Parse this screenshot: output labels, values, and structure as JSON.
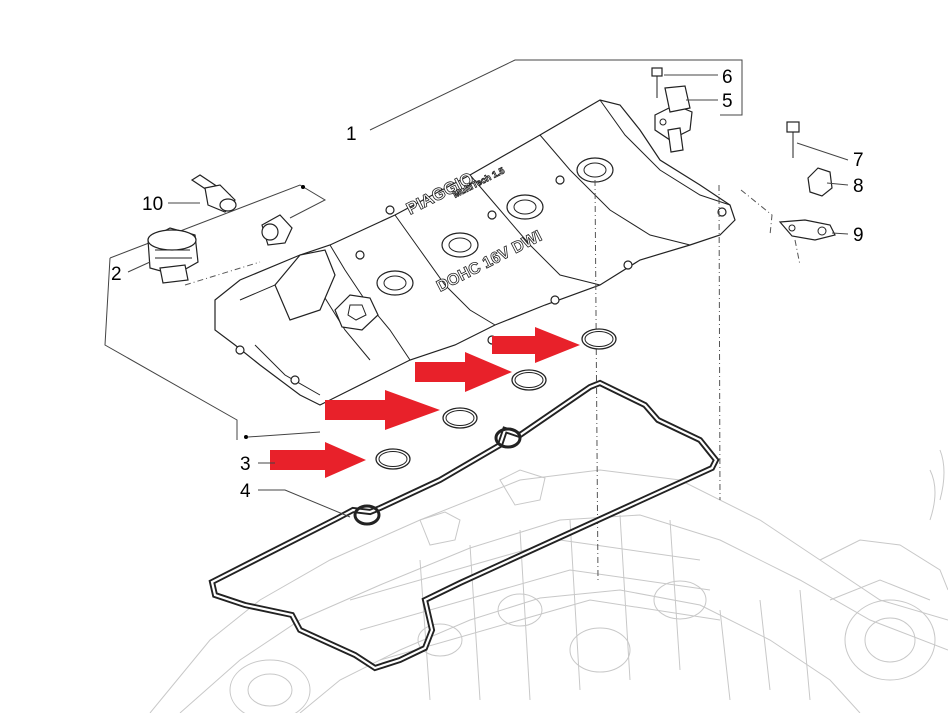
{
  "diagram": {
    "brand_text": "PIAGGIO",
    "model_text": "MultiTech 1.5",
    "cam_text": "DOHC 16V DWI",
    "arrow_color": "#e8212a",
    "callouts": [
      {
        "id": "1",
        "label": "1"
      },
      {
        "id": "2",
        "label": "2"
      },
      {
        "id": "3",
        "label": "3"
      },
      {
        "id": "4",
        "label": "4"
      },
      {
        "id": "5",
        "label": "5"
      },
      {
        "id": "6",
        "label": "6"
      },
      {
        "id": "7",
        "label": "7"
      },
      {
        "id": "8",
        "label": "8"
      },
      {
        "id": "9",
        "label": "9"
      },
      {
        "id": "10",
        "label": "10"
      }
    ]
  }
}
